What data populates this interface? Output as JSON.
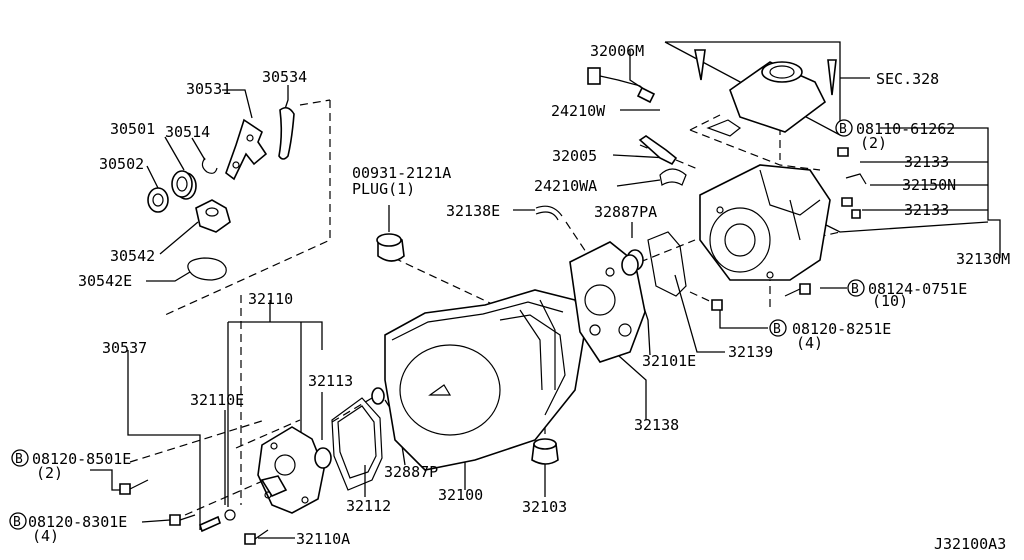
{
  "diagram_id": "J32100A3",
  "bolt_symbol": "B",
  "labels": {
    "p30534": "30534",
    "p30531": "30531",
    "p30501": "30501",
    "p30514": "30514",
    "p30502": "30502",
    "p30542": "30542",
    "p30542e": "30542E",
    "p32110": "32110",
    "p30537": "30537",
    "p32113": "32113",
    "p32110e": "32110E",
    "b08120_8501e": "08120-8501E",
    "q8501": "(2)",
    "b08120_8301e": "08120-8301E",
    "q8301": "(4)",
    "p32110a": "32110A",
    "p32112": "32112",
    "p32887p": "32887P",
    "p32100": "32100",
    "p32103": "32103",
    "p00931": "00931-2121A",
    "plug": "PLUG(1)",
    "p32138e": "32138E",
    "p32887pa": "32887PA",
    "p32101e": "32101E",
    "p32138": "32138",
    "p32139": "32139",
    "p32006m": "32006M",
    "p24210w": "24210W",
    "p32005": "32005",
    "p24210wa": "24210WA",
    "sec328": "SEC.328",
    "b08110_61262": "08110-61262",
    "q61262": "(2)",
    "p32133a": "32133",
    "p32150n": "32150N",
    "p32133b": "32133",
    "p32130m": "32130M",
    "b08124_0751e": "08124-0751E",
    "q0751": "(10)",
    "b08120_8251e": "08120-8251E",
    "q8251": "(4)"
  }
}
